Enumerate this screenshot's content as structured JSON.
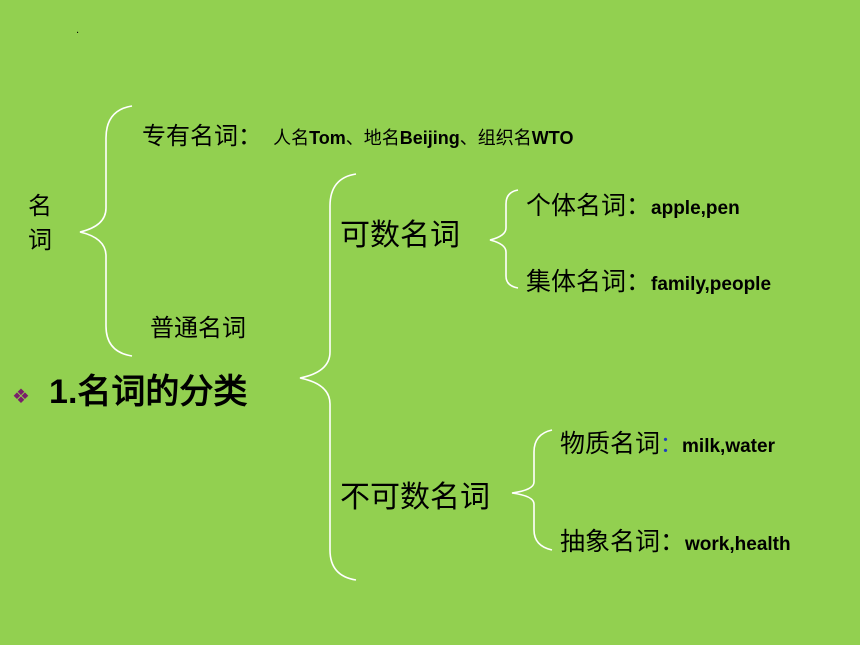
{
  "dot": "·",
  "proper": {
    "label": "专有名词：",
    "p1": "人名",
    "e1": "Tom",
    "p2": "、地名",
    "e2": "Beijing",
    "p3": "、组织名",
    "e3": "WTO"
  },
  "noun_vertical": {
    "c1": "名",
    "c2": "词"
  },
  "common": {
    "label": "普通名词"
  },
  "countable": {
    "label": "可数名词"
  },
  "individual": {
    "label": "个体名词：",
    "example": "apple,pen"
  },
  "collective": {
    "label": "集体名词：",
    "example": "family,people"
  },
  "heading": {
    "bullet": "❖",
    "text": "1.名词的分类"
  },
  "uncountable": {
    "label": "不可数名词"
  },
  "material": {
    "label": "物质名词",
    "colon": "：",
    "example": "milk,water"
  },
  "abstract": {
    "label": "抽象名词：",
    "example": "work,health"
  },
  "colors": {
    "background": "#92d050",
    "brace": "#ffffff",
    "colon_blue": "#1f3fbf",
    "bullet": "#7a1f6b"
  }
}
